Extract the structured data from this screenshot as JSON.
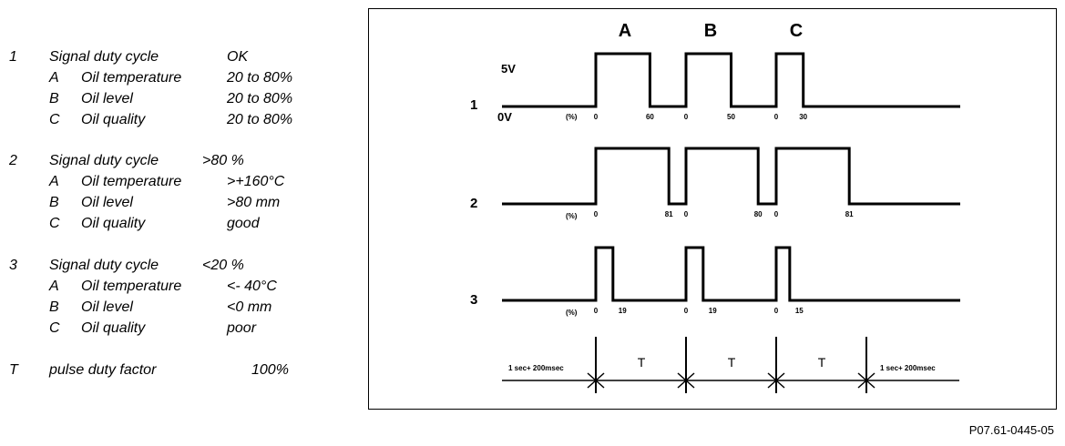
{
  "legend": {
    "groups": [
      {
        "num": "1",
        "title": "Signal duty cycle",
        "value": "OK",
        "items": [
          {
            "letter": "A",
            "label": "Oil temperature",
            "value": "20 to 80%"
          },
          {
            "letter": "B",
            "label": "Oil level",
            "value": "20 to 80%"
          },
          {
            "letter": "C",
            "label": "Oil quality",
            "value": "20 to 80%"
          }
        ]
      },
      {
        "num": "2",
        "title": "Signal duty cycle",
        "value": ">80 %",
        "items": [
          {
            "letter": "A",
            "label": "Oil temperature",
            "value": ">+160°C"
          },
          {
            "letter": "B",
            "label": "Oil level",
            "value": ">80 mm"
          },
          {
            "letter": "C",
            "label": "Oil quality",
            "value": "good"
          }
        ]
      },
      {
        "num": "3",
        "title": "Signal duty cycle",
        "value": "<20 %",
        "items": [
          {
            "letter": "A",
            "label": "Oil temperature",
            "value": "<- 40°C"
          },
          {
            "letter": "B",
            "label": "Oil level",
            "value": "<0 mm"
          },
          {
            "letter": "C",
            "label": "Oil quality",
            "value": "poor"
          }
        ]
      }
    ],
    "footer": {
      "letter": "T",
      "label": "pulse duty factor",
      "value": "100%"
    }
  },
  "diagram": {
    "segment_headers": [
      "A",
      "B",
      "C"
    ],
    "voltage_high": "5V",
    "voltage_low": "0V",
    "percent_label": "(%)",
    "rows": [
      {
        "label": "1",
        "duty_pct": [
          60,
          50,
          30
        ],
        "start_labels": [
          "0",
          "0",
          "0"
        ],
        "end_labels": [
          "60",
          "50",
          "30"
        ]
      },
      {
        "label": "2",
        "duty_pct": [
          81,
          80,
          81
        ],
        "start_labels": [
          "0",
          "0",
          "0"
        ],
        "end_labels": [
          "81",
          "80",
          "81"
        ]
      },
      {
        "label": "3",
        "duty_pct": [
          19,
          19,
          15
        ],
        "start_labels": [
          "0",
          "0",
          "0"
        ],
        "end_labels": [
          "19",
          "19",
          "15"
        ]
      }
    ],
    "timing": {
      "period_label": "T",
      "left_label": "1 sec+ 200msec",
      "right_label": "1 sec+ 200msec"
    }
  },
  "reference": "P07.61-0445-05"
}
